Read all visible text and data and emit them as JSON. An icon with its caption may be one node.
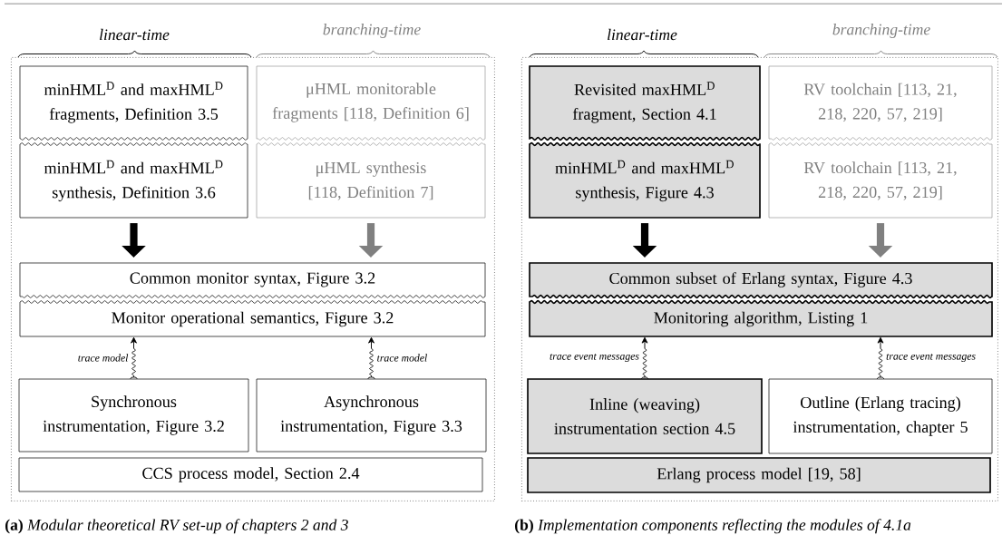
{
  "diagram": {
    "nodes": [
      {
        "text": [],
        "shape": "box"
      },
      {
        "text": [
          "minHML$^{D}$ and maxHML$^{D}$ fragments, Definition 3.5"
        ],
        "in": 0
      },
      {
        "text": [
          "μHML monitorable fragments [118, Definition 6]"
        ],
        "in": 0
      },
      {
        "text": [
          "minHML$^{D}$ and maxHML$^{D}$ synthesis, Definition 3.6"
        ],
        "in": 0
      },
      {
        "text": [
          "μHML synthesis [118, Definition 7]"
        ],
        "in": 0
      },
      {
        "text": [
          "Common monitor syntax, Figure 3.2"
        ],
        "in": 0
      },
      {
        "text": [
          "Monitor operational semantics, Figure 3.2"
        ],
        "in": 0
      },
      {
        "text": [
          "Synchronous instrumentation, Figure 3.2"
        ],
        "in": 0
      },
      {
        "text": [
          "Asynchronous instrumentation, Figure 3.3"
        ],
        "in": 0
      },
      {
        "text": [
          "CCS process model, Section 2.4"
        ],
        "in": 0
      },
      {
        "text": [],
        "shape": "box"
      },
      {
        "text": [
          "Revisited maxHML$^{D}$ fragment, Section 4.1"
        ],
        "in": 10
      },
      {
        "text": [
          "RV toolchain [113, 21, 218, 220, 57, 219]"
        ],
        "in": 10
      },
      {
        "text": [
          "minHML$^{D}$ and maxHML$^{D}$ synthesis, Figure 4.3"
        ],
        "in": 10
      },
      {
        "text": [
          "RV toolchain [113, 21, 218, 220, 57, 219]"
        ],
        "in": 10
      },
      {
        "text": [
          "Common subset of Erlang syntax, Figure 4.3"
        ],
        "in": 10
      },
      {
        "text": [
          "Monitoring algorithm, Listing 1"
        ],
        "in": 10
      },
      {
        "text": [
          "Inline (weaving) instrumentation section 4.5"
        ],
        "in": 10
      },
      {
        "text": [
          "Outline (Erlang tracing) instrumentation, chapter 5"
        ],
        "in": 10
      },
      {
        "text": [
          "Erlang process model [19, 58]"
        ],
        "in": 10
      }
    ],
    "edges": [
      {
        "from": 3,
        "to": 5,
        "arrow": "to",
        "style": "thick"
      },
      {
        "from": 4,
        "to": 5,
        "arrow": "to",
        "style": "thick",
        "color": "#808080"
      },
      {
        "from": 7,
        "to": 6,
        "arrow": "to",
        "label": "trace model"
      },
      {
        "from": 8,
        "to": 6,
        "arrow": "to",
        "label": "trace model"
      },
      {
        "from": 13,
        "to": 15,
        "arrow": "to",
        "style": "thick"
      },
      {
        "from": 14,
        "to": 15,
        "arrow": "to",
        "style": "thick",
        "color": "#808080"
      },
      {
        "from": 17,
        "to": 16,
        "arrow": "to",
        "label": "trace event messages"
      },
      {
        "from": 18,
        "to": 16,
        "arrow": "to",
        "label": "trace event messages"
      }
    ],
    "labels": [
      "linear-time",
      "branching-time",
      "linear-time",
      "branching-time",
      "**(a)** *Modular theoretical RV set-up of chapters 2 and 3*",
      "**(b)** *Implementation components reflecting the modules of 4.1a*"
    ]
  }
}
